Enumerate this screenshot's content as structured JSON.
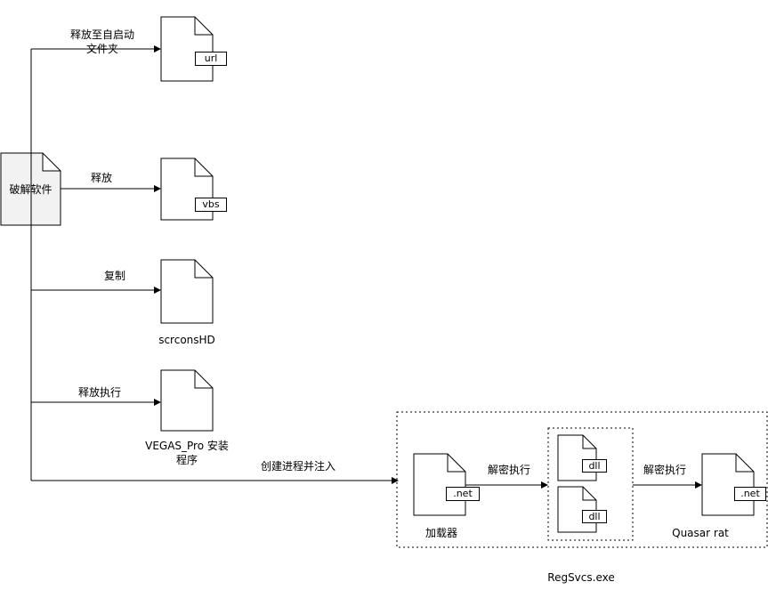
{
  "source": {
    "label": "破解软件"
  },
  "branches": [
    {
      "edge_label": "释放至自启动\n文件夹",
      "file_tag": "url",
      "caption": ""
    },
    {
      "edge_label": "释放",
      "file_tag": "vbs",
      "caption": ""
    },
    {
      "edge_label": "复制",
      "file_tag": "",
      "caption": "scrconsHD"
    },
    {
      "edge_label": "释放执行",
      "file_tag": "",
      "caption": "VEGAS_Pro 安装\n程序"
    }
  ],
  "inject_edge": {
    "label": "创建进程并注入"
  },
  "container": {
    "label": "RegSvcs.exe",
    "loader": {
      "tag": ".net",
      "caption": "加载器"
    },
    "decrypt_edge_1": "解密执行",
    "dll_group": [
      {
        "tag": "dll"
      },
      {
        "tag": "dll"
      }
    ],
    "decrypt_edge_2": "解密执行",
    "payload": {
      "tag": ".net",
      "caption": "Quasar rat"
    }
  },
  "colors": {
    "stroke": "#000000",
    "file_fill": "#ffffff",
    "source_fill": "#f2f2f2"
  }
}
